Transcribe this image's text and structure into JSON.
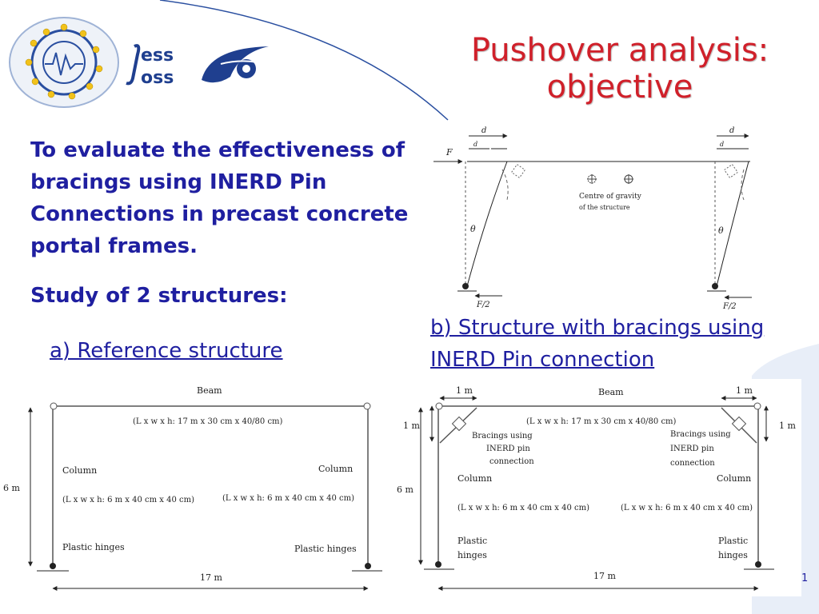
{
  "header": {
    "title": "Pushover analysis: objective",
    "logo": {
      "name": "jess-joss-logo",
      "line1": "ess",
      "line2": "oss"
    },
    "fp6_logo": "fp6-logo-icon"
  },
  "objective": "To evaluate the effectiveness of bracings using INERD Pin Connections in precast concrete portal frames.",
  "study": "Study of 2 structures:",
  "structure_a": {
    "heading": "a) Reference structure"
  },
  "structure_b": {
    "heading": "b) Structure with bracings using INERD Pin connection"
  },
  "deformed_diagram": {
    "d_left": "d",
    "d_right": "d",
    "dy_left": "d",
    "dy_right": "d",
    "force": "F",
    "half_force_left": "F/2",
    "half_force_right": "F/2",
    "theta_left": "θ",
    "theta_right": "θ",
    "cog_line1": "Centre of gravity",
    "cog_line2": "of the structure"
  },
  "reference_frame": {
    "beam": "Beam",
    "beam_dims": "(L x w x h: 17 m x 30 cm x 40/80  cm)",
    "column_left": "Column",
    "column_right": "Column",
    "column_dims_left": "(L x w x h: 6 m x 40 cm x 40 cm)",
    "column_dims_right": "(L x w x h: 6 m x 40 cm x 40 cm)",
    "hinges_left": "Plastic hinges",
    "hinges_right": "Plastic hinges",
    "height": "6 m",
    "span": "17 m"
  },
  "braced_frame": {
    "beam": "Beam",
    "beam_dims": "(L x w x h: 17 m x 30 cm x 40/80 cm)",
    "brace_len_left": "1 m",
    "brace_len_right": "1 m",
    "brace_h_left": "1 m",
    "brace_h_right": "1 m",
    "bracing_left_1": "Bracings using",
    "bracing_left_2": "INERD pin",
    "bracing_left_3": "connection",
    "bracing_right_1": "Bracings using",
    "bracing_right_2": "INERD pin",
    "bracing_right_3": "connection",
    "column_left": "Column",
    "column_right": "Column",
    "column_dims_left": "(L x w x h: 6 m x 40 cm x 40 cm)",
    "column_dims_right": "(L x w x h: 6 m x 40 cm x 40 cm)",
    "hinges_left_1": "Plastic",
    "hinges_left_2": "hinges",
    "hinges_right_1": "Plastic",
    "hinges_right_2": "hinges",
    "height": "6 m",
    "span": "17 m"
  },
  "footer": {
    "page_number": "1"
  },
  "colors": {
    "title": "#d0202a",
    "text": "#1f1fa0",
    "accent": "#1f3f8f"
  }
}
